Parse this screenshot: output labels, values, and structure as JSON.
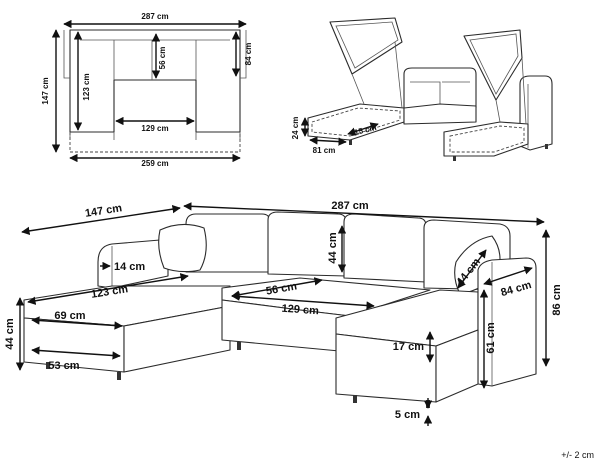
{
  "labels": {
    "top_width": "287 cm",
    "top_depth": "147 cm",
    "top_chaise_depth": "123 cm",
    "top_seat_depth": "56 cm",
    "top_arm_depth": "84 cm",
    "top_inner_width": "129 cm",
    "top_bottom_width": "259 cm",
    "storage_height": "24 cm",
    "storage_depth": "81 cm",
    "storage_width": "115 cm",
    "main_side": "147 cm",
    "main_width": "287 cm",
    "main_arm_width": "14 cm",
    "main_chaise_len": "123 cm",
    "main_seat_depth": "56 cm",
    "main_back_height": "44 cm",
    "main_middle_width": "129 cm",
    "main_cushion": "44 cm",
    "main_arm_depth": "84 cm",
    "main_chaise_width": "69 cm",
    "main_seat_height": "44 cm",
    "main_inner_len": "53 cm",
    "main_total_height": "86 cm",
    "main_side_height": "61 cm",
    "main_seat_thick": "17 cm",
    "main_feet": "5 cm",
    "tolerance": "+/- 2 cm"
  }
}
